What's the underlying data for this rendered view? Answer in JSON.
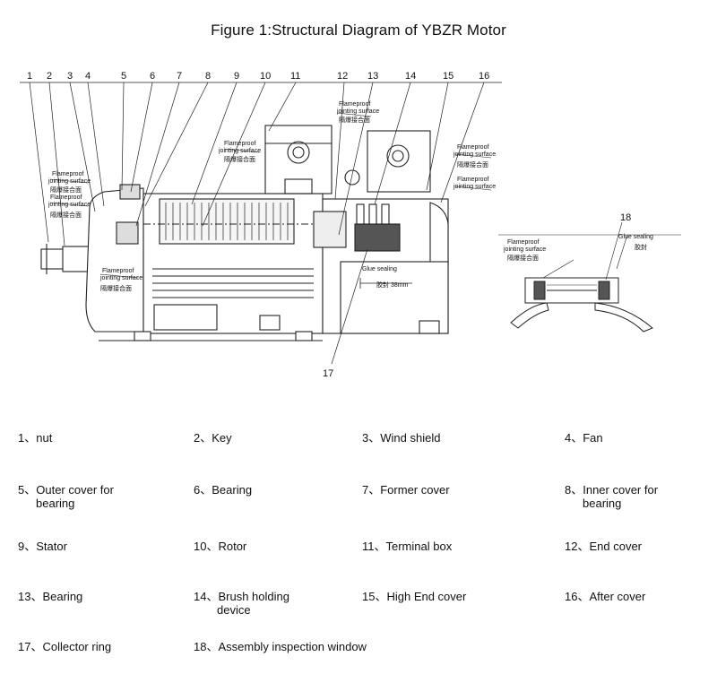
{
  "title": "Figure 1:Structural Diagram of YBZR Motor",
  "part_numbers": [
    "1",
    "2",
    "3",
    "4",
    "5",
    "6",
    "7",
    "8",
    "9",
    "10",
    "11",
    "12",
    "13",
    "14",
    "15",
    "16"
  ],
  "bottom_number": "17",
  "inset_number": "18",
  "annotations": {
    "flameproof_en": "Flameproof",
    "jointing_en": "jointing surface",
    "flameproof_cn": "隔爆接合面",
    "glue_en": "Glue sealing",
    "glue_cn": "胶封",
    "dim_38": "38mm"
  },
  "legend": [
    {
      "num": "1、",
      "text": "nut"
    },
    {
      "num": "2、",
      "text": "Key"
    },
    {
      "num": "3、",
      "text": "Wind shield"
    },
    {
      "num": "4、",
      "text": "Fan"
    },
    {
      "num": "5、",
      "text": "Outer cover for",
      "text2": "bearing"
    },
    {
      "num": "6、",
      "text": "Bearing"
    },
    {
      "num": "7、",
      "text": "Former cover"
    },
    {
      "num": "8、",
      "text": "Inner cover for",
      "text2": "bearing"
    },
    {
      "num": "9、",
      "text": "Stator"
    },
    {
      "num": "10、",
      "text": "Rotor"
    },
    {
      "num": "11、",
      "text": "Terminal box"
    },
    {
      "num": "12、",
      "text": "End cover"
    },
    {
      "num": "13、",
      "text": "Bearing"
    },
    {
      "num": "14、",
      "text": "Brush holding",
      "text2": "device"
    },
    {
      "num": "15、",
      "text": "High End cover"
    },
    {
      "num": "16、",
      "text": "After cover"
    },
    {
      "num": "17、",
      "text": "Collector ring"
    },
    {
      "num": "18、",
      "text": "Assembly inspection window"
    }
  ]
}
